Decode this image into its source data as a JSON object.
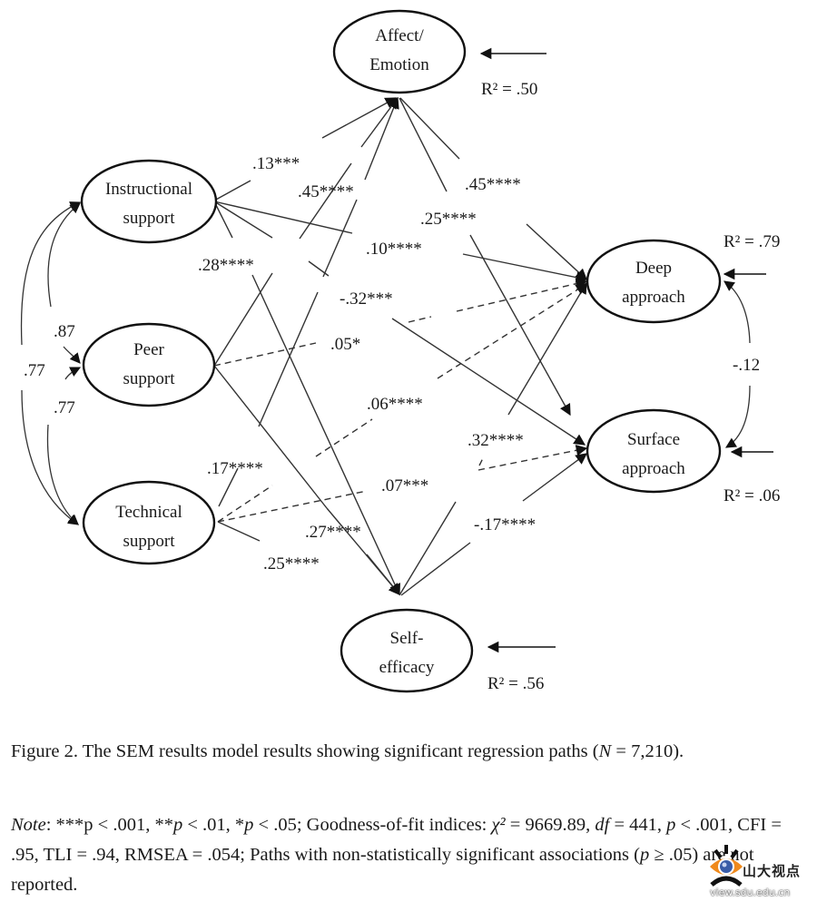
{
  "figure": {
    "nodes": {
      "affect": {
        "line1": "Affect/",
        "line2": "Emotion"
      },
      "instructional": {
        "line1": "Instructional",
        "line2": "support"
      },
      "peer": {
        "line1": "Peer",
        "line2": "support"
      },
      "technical": {
        "line1": "Technical",
        "line2": "support"
      },
      "deep": {
        "line1": "Deep",
        "line2": "approach"
      },
      "surface": {
        "line1": "Surface",
        "line2": "approach"
      },
      "selfefficacy": {
        "line1": "Self-",
        "line2": "efficacy"
      }
    },
    "r_squared": {
      "affect": "R² = .50",
      "deep": "R² = .79",
      "surface": "R² = .06",
      "selfefficacy": "R² = .56"
    },
    "covariances": {
      "instructional_peer": ".87",
      "instructional_technical": ".77",
      "peer_technical": ".77",
      "deep_surface": "-.12"
    },
    "paths": [
      {
        "from": "Instructional support",
        "to": "Affect/Emotion",
        "label": ".13***",
        "style": "solid"
      },
      {
        "from": "Technical support",
        "to": "Affect/Emotion",
        "label": ".45****",
        "style": "solid"
      },
      {
        "from": "Affect/Emotion",
        "to": "Deep approach",
        "label": ".45****",
        "style": "solid"
      },
      {
        "from": "Affect/Emotion",
        "to": "Surface approach",
        "label": ".25****",
        "style": "solid"
      },
      {
        "from": "Instructional support",
        "to": "Deep approach",
        "label": ".10****",
        "style": "solid"
      },
      {
        "from": "Instructional support",
        "to": "Self-efficacy",
        "label": ".28****",
        "style": "solid"
      },
      {
        "from": "Instructional support",
        "to": "Surface approach",
        "label": "-.32***",
        "style": "solid"
      },
      {
        "from": "Peer support",
        "to": "Deep approach",
        "label": ".05*",
        "style": "dashed"
      },
      {
        "from": "Technical support",
        "to": "Deep approach",
        "label": ".06****",
        "style": "dashed"
      },
      {
        "from": "Self-efficacy",
        "to": "Deep approach",
        "label": ".32****",
        "style": "solid"
      },
      {
        "from": "Technical support",
        "to": "Surface approach",
        "label": ".07***",
        "style": "dashed"
      },
      {
        "from": "Peer support",
        "to": "Affect/Emotion",
        "label": ".17****",
        "style": "solid"
      },
      {
        "from": "Peer support",
        "to": "Self-efficacy",
        "label": ".27****",
        "style": "solid"
      },
      {
        "from": "Technical support",
        "to": "Self-efficacy",
        "label": ".25****",
        "style": "solid"
      },
      {
        "from": "Self-efficacy",
        "to": "Surface approach",
        "label": "-.17****",
        "style": "solid"
      }
    ]
  },
  "caption": {
    "prefix": "Figure 2. The SEM results model results showing significant regression paths (",
    "n_symbol": "N",
    "suffix": " = 7,210)."
  },
  "note": {
    "label": "Note",
    "part1": ": ***p < .001, **",
    "p1": "p",
    "part2": " < .01, *",
    "p2": "p",
    "part3": " < .05; Goodness-of-fit indices: ",
    "chi": "χ²",
    "part4": " = 9669.89, ",
    "df": "df",
    "part5": " = 441, ",
    "p3": "p",
    "part6": " < .001, CFI = .95, TLI = .94, RMSEA = .054; Paths with non-statistically significant associations (",
    "p4": "p",
    "part7": " ≥ .05) are not reported."
  },
  "watermark": {
    "text": "山大视点",
    "url": "view.sdu.edu.cn"
  }
}
